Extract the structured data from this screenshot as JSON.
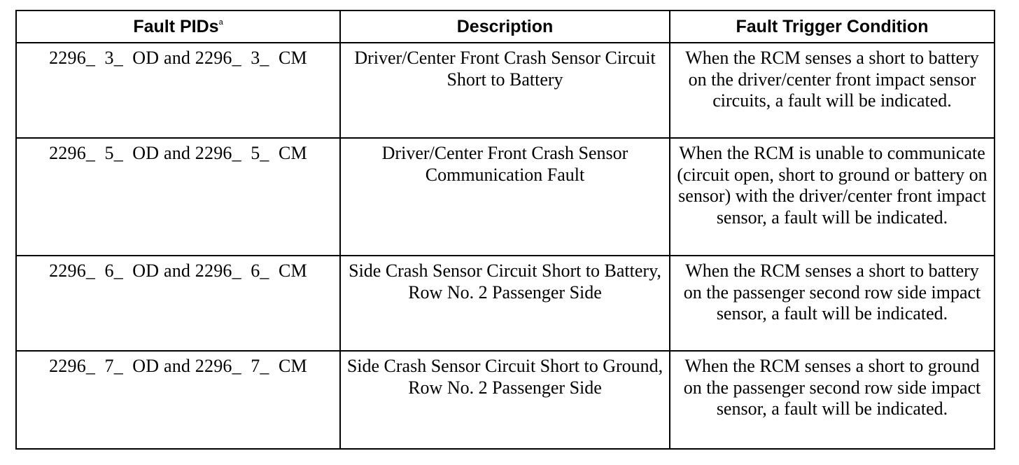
{
  "table": {
    "headers": {
      "fault_pids": "Fault PIDs",
      "fault_pids_note": "a",
      "description": "Description",
      "trigger": "Fault Trigger Condition"
    },
    "rows": [
      {
        "pid": "2296_  3_  OD and 2296_  3_  CM",
        "description": "Driver/Center Front Crash Sensor Circuit Short to Battery",
        "trigger": "When the RCM senses a short to battery on the driver/center front impact sensor circuits, a fault will be indicated."
      },
      {
        "pid": "2296_  5_  OD and 2296_  5_  CM",
        "description": "Driver/Center Front Crash Sensor Communication Fault",
        "trigger": "When the RCM is unable to communicate (circuit open, short to ground or battery on sensor) with the driver/center front impact sensor, a fault will be indicated."
      },
      {
        "pid": "2296_  6_  OD and 2296_  6_  CM",
        "description": "Side Crash Sensor Circuit Short to Battery, Row No. 2 Passenger Side",
        "trigger": "When the RCM senses a short to battery on the passenger second row side impact sensor, a fault will be indicated."
      },
      {
        "pid": "2296_  7_  OD and 2296_  7_  CM",
        "description": "Side Crash Sensor Circuit Short to Ground, Row No. 2 Passenger Side",
        "trigger": "When the RCM senses a short to ground on the passenger second row side impact sensor, a fault will be indicated."
      }
    ]
  }
}
